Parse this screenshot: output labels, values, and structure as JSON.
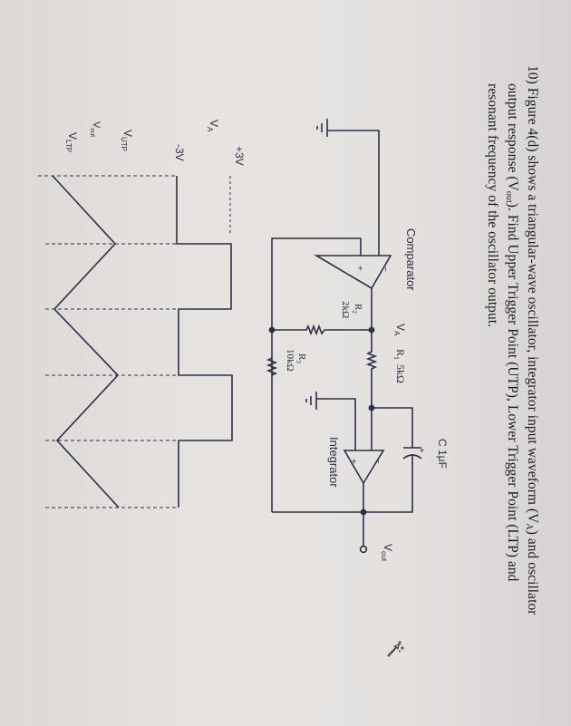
{
  "question": {
    "number": "10)",
    "line1_pre": "Figure 4(d) shows a triangular-wave oscillator, integrator input waveform (V",
    "line1_sub": "A",
    "line1_post": ") and oscillator",
    "line2_pre": "output response (V",
    "line2_sub": "out",
    "line2_post": "). Find Upper Trigger Point (UTP), Lower Trigger Point (LTP) and",
    "line3": "resonant frequency of the oscillator output."
  },
  "circuit": {
    "comparator_label": "Comparator",
    "integrator_label": "Integrator",
    "node_va": "V",
    "node_va_sub": "A",
    "r1_label": "R",
    "r1_sub": "1",
    "r1_value": "5kΩ",
    "r2_label": "R",
    "r2_sub": "2",
    "r2_value": "2kΩ",
    "r3_label": "R",
    "r3_sub": "3",
    "r3_value": "10kΩ",
    "cap_label": "C  1μF",
    "cap_plus": "+",
    "vout_label": "V",
    "vout_sub": "out",
    "plus": "+",
    "minus": "−"
  },
  "waveform": {
    "va_label": "V",
    "va_sub": "A",
    "pos_level": "+3V",
    "neg_level": "-3V",
    "utp_label": "V",
    "utp_sub": "UTP",
    "vout_label": "V",
    "vout_sub": "out",
    "ltp_label": "V",
    "ltp_sub": "LTP"
  },
  "colors": {
    "ink": "#2c3047",
    "text": "#1b1b22"
  }
}
